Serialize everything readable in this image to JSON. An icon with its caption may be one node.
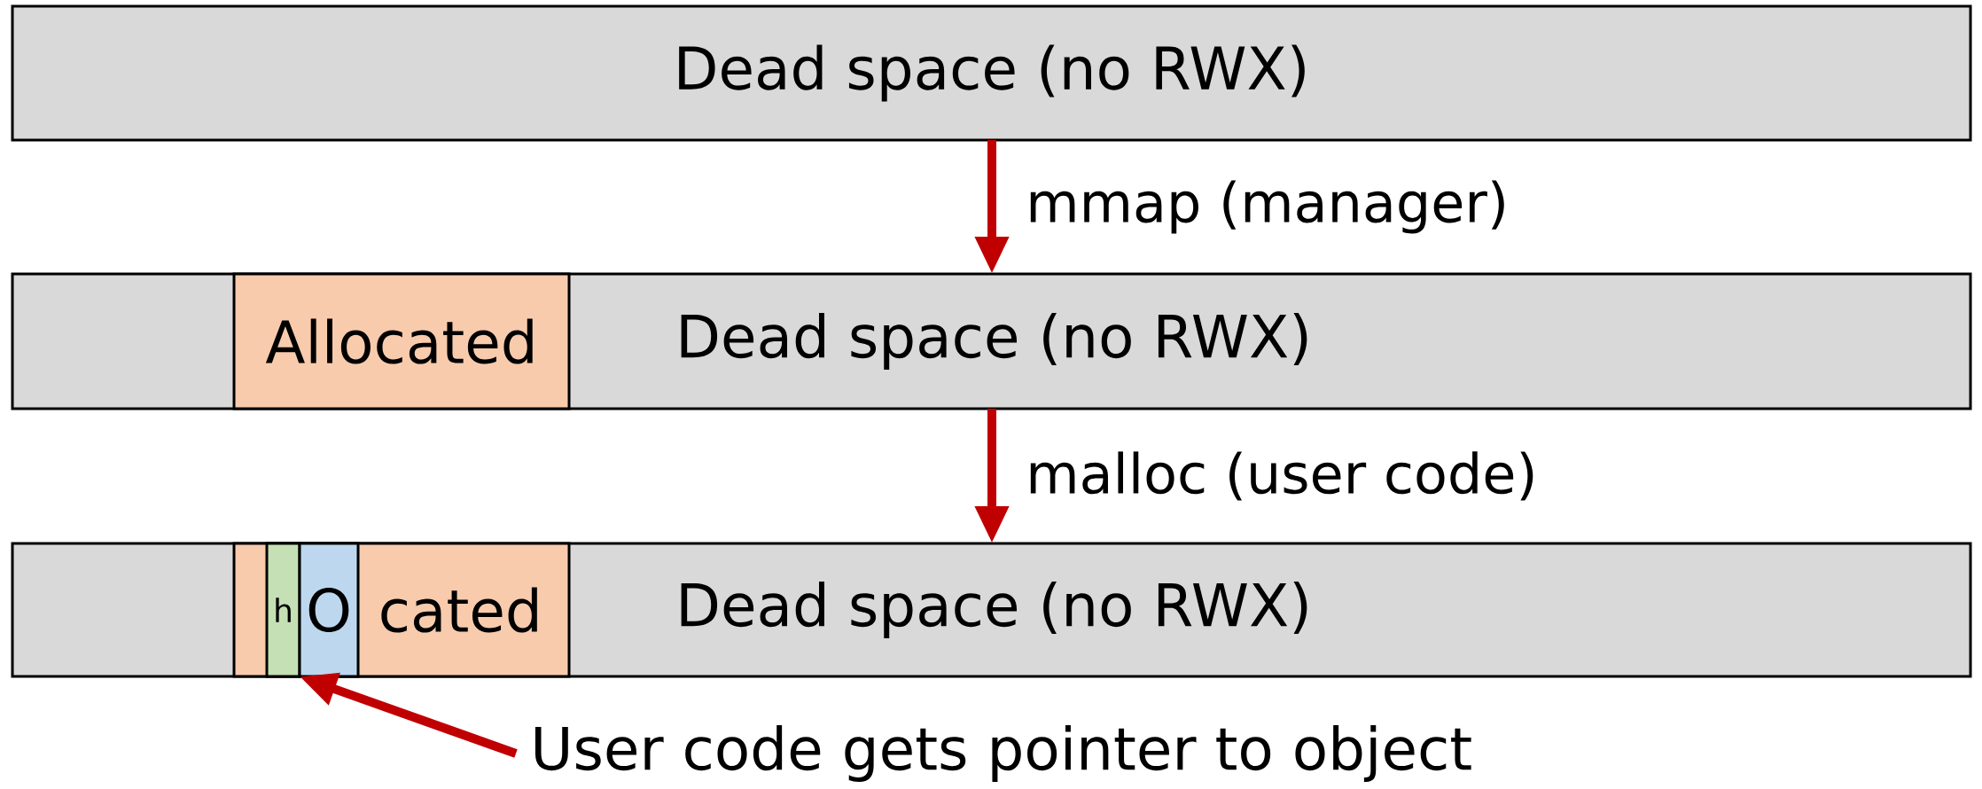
{
  "diagram": {
    "nodes": [
      {
        "text": [
          "Dead space (no RWX)"
        ]
      },
      {
        "text": [
          "Dead space (no RWX)"
        ]
      },
      {
        "text": [
          "Allocated"
        ],
        "in": 1
      },
      {
        "text": [
          "Dead space (no RWX)"
        ]
      },
      {
        "text": [
          "cated"
        ],
        "in": 3
      },
      {
        "text": [
          "h"
        ],
        "in": 4
      },
      {
        "text": [
          "O"
        ],
        "in": 4
      },
      {
        "text": [
          "User code gets pointer to object"
        ]
      }
    ],
    "edges": [
      {
        "from": 0,
        "to": 1,
        "arrow": "to",
        "label": "mmap (manager)"
      },
      {
        "from": 1,
        "to": 3,
        "arrow": "to",
        "label": "malloc (user code)"
      },
      {
        "from": 7,
        "to": 6,
        "arrow": "to"
      }
    ]
  }
}
